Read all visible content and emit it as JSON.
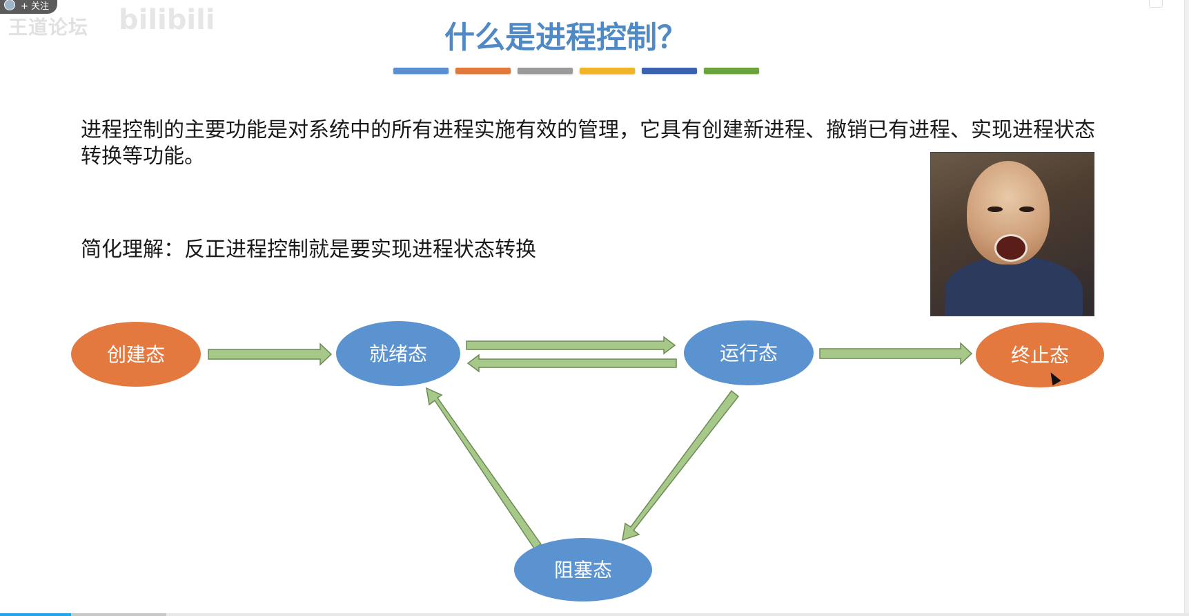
{
  "overlay": {
    "follow_label": "+ 关注",
    "watermark_text": "王道论坛",
    "watermark_logo": "bilibili"
  },
  "slide": {
    "title": "什么是进程控制？",
    "accent_colors": [
      "#5b8fd0",
      "#e07a3c",
      "#9a9a9a",
      "#f0b429",
      "#3a62b0",
      "#6aa33c"
    ],
    "paragraph_1": "进程控制的主要功能是对系统中的所有进程实施有效的管理，它具有创建新进程、撤销已有进程、实现进程状态转换等功能。",
    "paragraph_2": "简化理解：反正进程控制就是要实现进程状态转换",
    "image_alt": "meme-photo"
  },
  "diagram": {
    "states": {
      "create": "创建态",
      "ready": "就绪态",
      "running": "运行态",
      "terminated": "终止态",
      "blocked": "阻塞态"
    },
    "colors": {
      "orange_state": "#e3793f",
      "blue_state": "#5b93d1",
      "arrow_fill": "#a6c98a",
      "arrow_stroke": "#6b8a52"
    }
  },
  "player": {
    "progress_fraction": 0.06,
    "buffer_fraction": 0.14
  }
}
